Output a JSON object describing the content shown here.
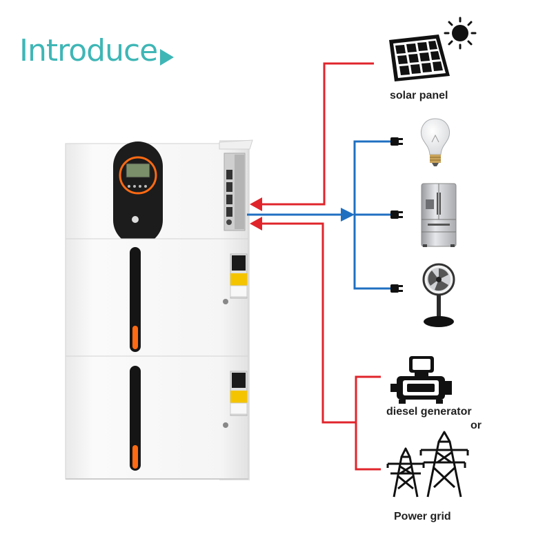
{
  "heading": "Introduce",
  "nodes": {
    "solar": "solar panel",
    "generator": "diesel generator",
    "or": "or",
    "grid": "Power grid"
  },
  "colors": {
    "heading": "#3fb6b6",
    "input_line": "#e0242b",
    "output_line": "#1f6fc1",
    "battery_accent": "#ff6a13",
    "unit_body": "#f4f4f4"
  },
  "icons": {
    "solar": "solar-panel-icon",
    "sun": "sun-icon",
    "bulb": "light-bulb-icon",
    "fridge": "refrigerator-icon",
    "fan": "standing-fan-icon",
    "generator": "diesel-generator-icon",
    "grid": "transmission-tower-icon"
  }
}
